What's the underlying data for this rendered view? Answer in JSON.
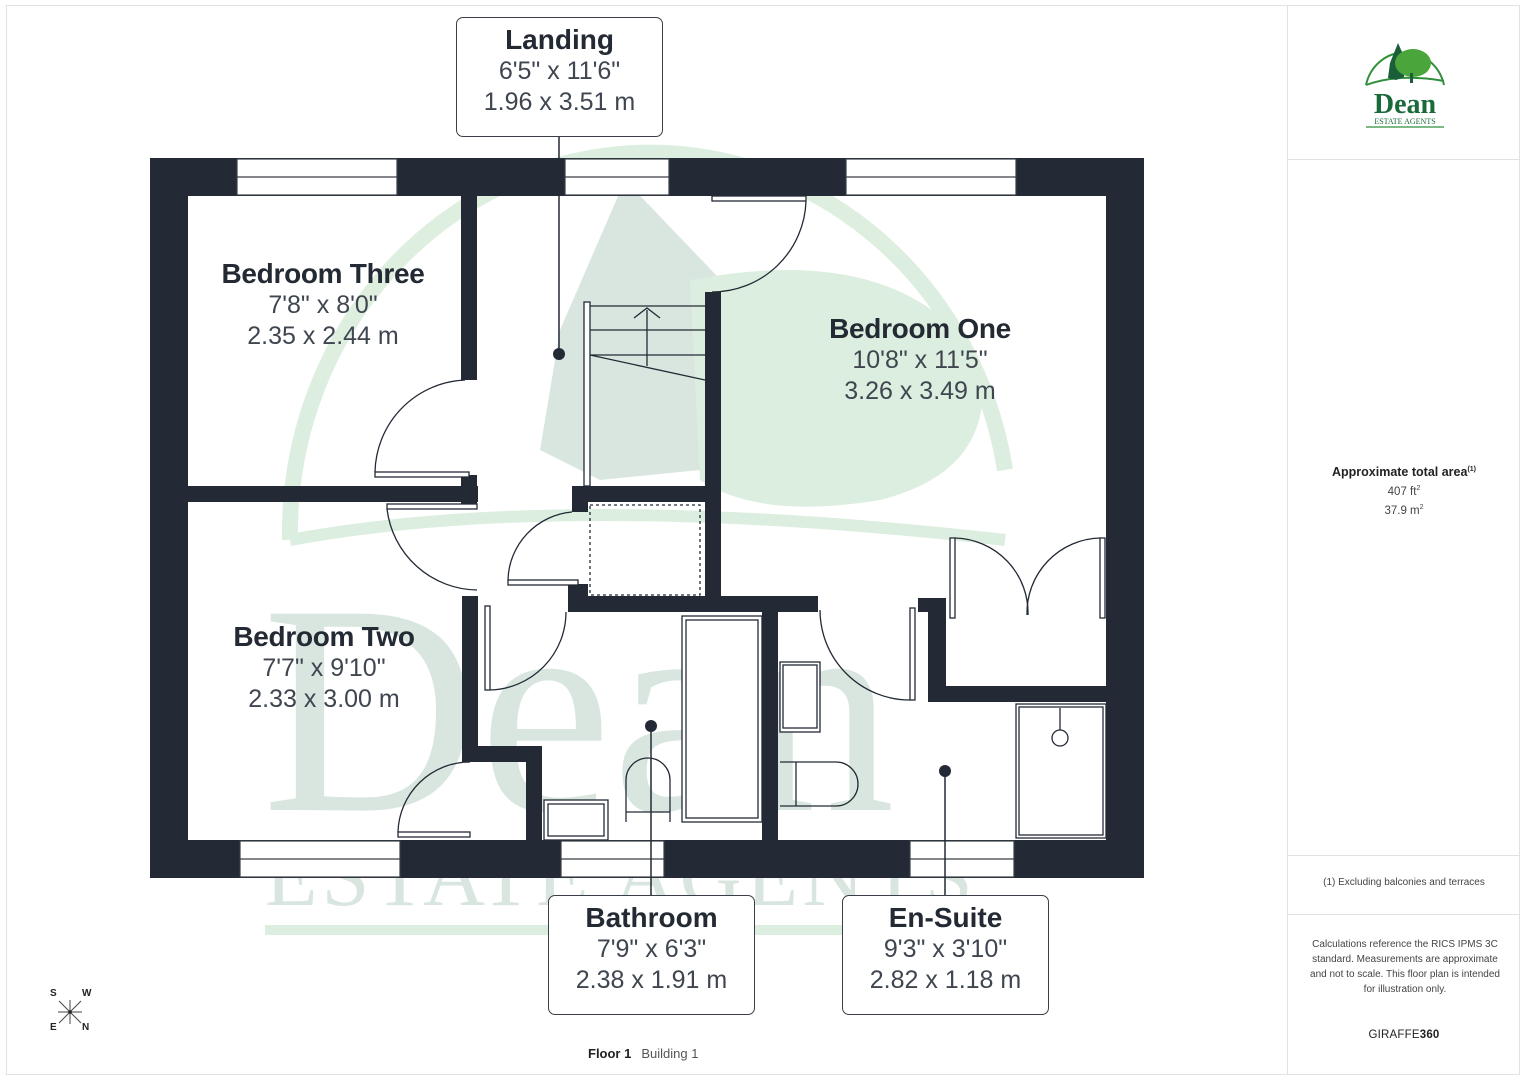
{
  "brand": {
    "name": "Dean",
    "subtitle": "ESTATE AGENTS",
    "colors": {
      "green_dark": "#1b6b3a",
      "green_light": "#5aa832",
      "wall": "#232a35"
    }
  },
  "rooms": [
    {
      "id": "landing",
      "name": "Landing",
      "imperial": "6'5\" x 11'6\"",
      "metric": "1.96 x 3.51 m"
    },
    {
      "id": "bedroom_three",
      "name": "Bedroom Three",
      "imperial": "7'8\" x 8'0\"",
      "metric": "2.35 x 2.44 m"
    },
    {
      "id": "bedroom_one",
      "name": "Bedroom One",
      "imperial": "10'8\" x 11'5\"",
      "metric": "3.26 x 3.49 m"
    },
    {
      "id": "bedroom_two",
      "name": "Bedroom Two",
      "imperial": "7'7\" x 9'10\"",
      "metric": "2.33 x 3.00 m"
    },
    {
      "id": "bathroom",
      "name": "Bathroom",
      "imperial": "7'9\" x 6'3\"",
      "metric": "2.38 x 1.91 m"
    },
    {
      "id": "en_suite",
      "name": "En-Suite",
      "imperial": "9'3\" x 3'10\"",
      "metric": "2.82 x 1.18 m"
    }
  ],
  "summary": {
    "area_title": "Approximate total area",
    "area_note_marker": "(1)",
    "area_ft": "407 ft",
    "area_m": "37.9 m",
    "sq": "2",
    "footnote": "(1) Excluding balconies and terraces",
    "calc_note": "Calculations reference the RICS IPMS 3C standard. Measurements are approximate and not to scale. This floor plan is intended for illustration only.",
    "provider_a": "GIRAFFE",
    "provider_b": "360"
  },
  "caption": {
    "floor": "Floor 1",
    "building": "Building 1"
  },
  "compass": {
    "tl": "S",
    "tr": "W",
    "bl": "E",
    "br": "N"
  }
}
